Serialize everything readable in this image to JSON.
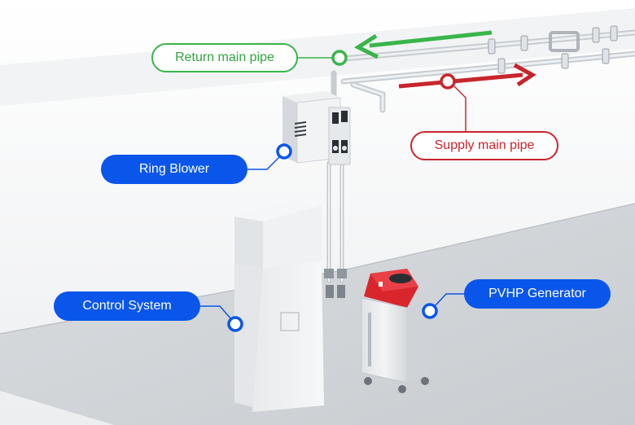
{
  "labels": {
    "return_main_pipe": "Return main pipe",
    "supply_main_pipe": "Supply main pipe",
    "ring_blower": "Ring Blower",
    "control_system": "Control System",
    "pvhp_generator": "PVHP Generator"
  },
  "colors": {
    "return_accent": "#39b54a",
    "supply_accent": "#c8252c",
    "callout_blue": "#0a56ea",
    "generator_top": "#d8262c"
  },
  "icons": {
    "return_arrow": "arrow-left-icon",
    "supply_arrow": "arrow-right-icon",
    "callout_marker": "ring-marker-icon"
  }
}
